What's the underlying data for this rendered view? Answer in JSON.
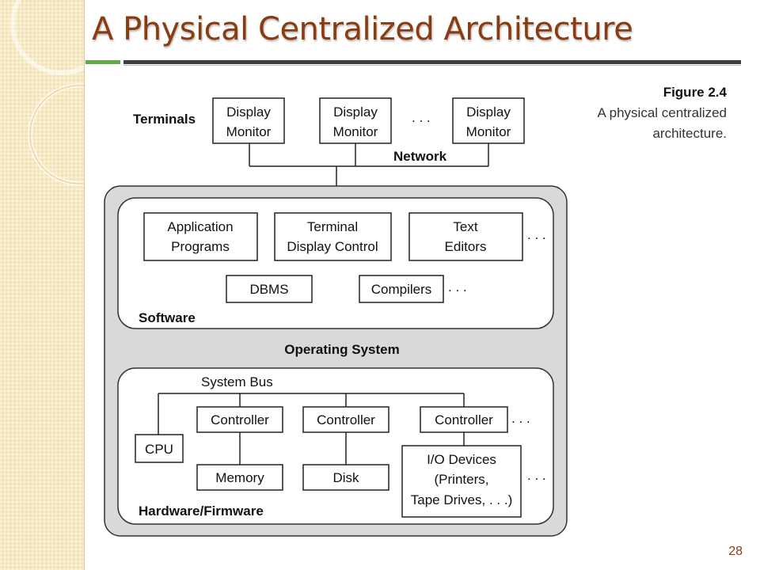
{
  "slide": {
    "title": "A Physical Centralized Architecture",
    "page_number": "28"
  },
  "caption": {
    "figure": "Figure 2.4",
    "line1": "A physical centralized",
    "line2": "architecture."
  },
  "terminals": {
    "label": "Terminals",
    "monitor_line1": "Display",
    "monitor_line2": "Monitor",
    "ellipsis": ". . .",
    "network_label": "Network"
  },
  "software": {
    "label": "Software",
    "app_line1": "Application",
    "app_line2": "Programs",
    "tdc_line1": "Terminal",
    "tdc_line2": "Display Control",
    "text_line1": "Text",
    "text_line2": "Editors",
    "dbms": "DBMS",
    "compilers": "Compilers",
    "ellipsis": ". . ."
  },
  "os_label": "Operating System",
  "hardware": {
    "label": "Hardware/Firmware",
    "bus_label": "System Bus",
    "controller": "Controller",
    "cpu": "CPU",
    "memory": "Memory",
    "disk": "Disk",
    "io_line1": "I/O Devices",
    "io_line2": "(Printers,",
    "io_line3": "Tape Drives, . . .)",
    "ellipsis": ". . ."
  },
  "colors": {
    "title": "#8a3c10",
    "accent_green": "#5fa84c",
    "rule_dark": "#3b3e42",
    "os_panel": "#d9d9d9",
    "sidebar": "#f3e3b3"
  }
}
